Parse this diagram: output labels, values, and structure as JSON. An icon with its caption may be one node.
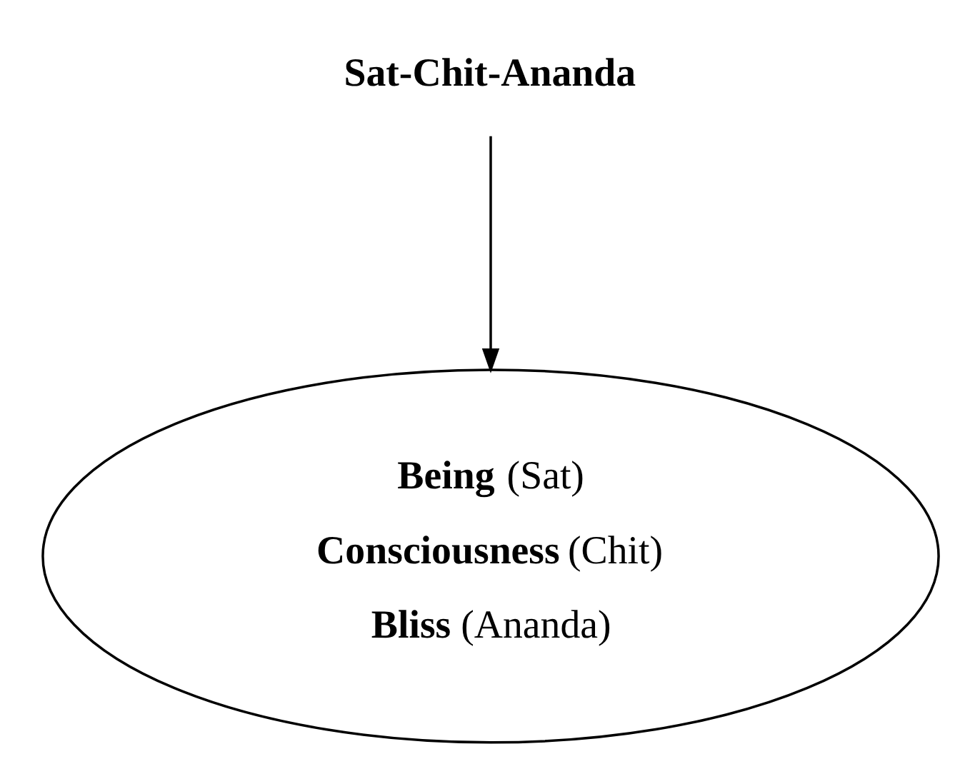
{
  "diagram": {
    "nodes": [
      {
        "text": [
          "Sat-Chit-Ananda"
        ]
      },
      {
        "text": [
          "**Being** (Sat)",
          "**Consciousness** (Chit)",
          "**Bliss** (Ananda)"
        ]
      }
    ],
    "edges": [
      {
        "from": 0,
        "to": 1,
        "arrow": "to"
      }
    ]
  }
}
